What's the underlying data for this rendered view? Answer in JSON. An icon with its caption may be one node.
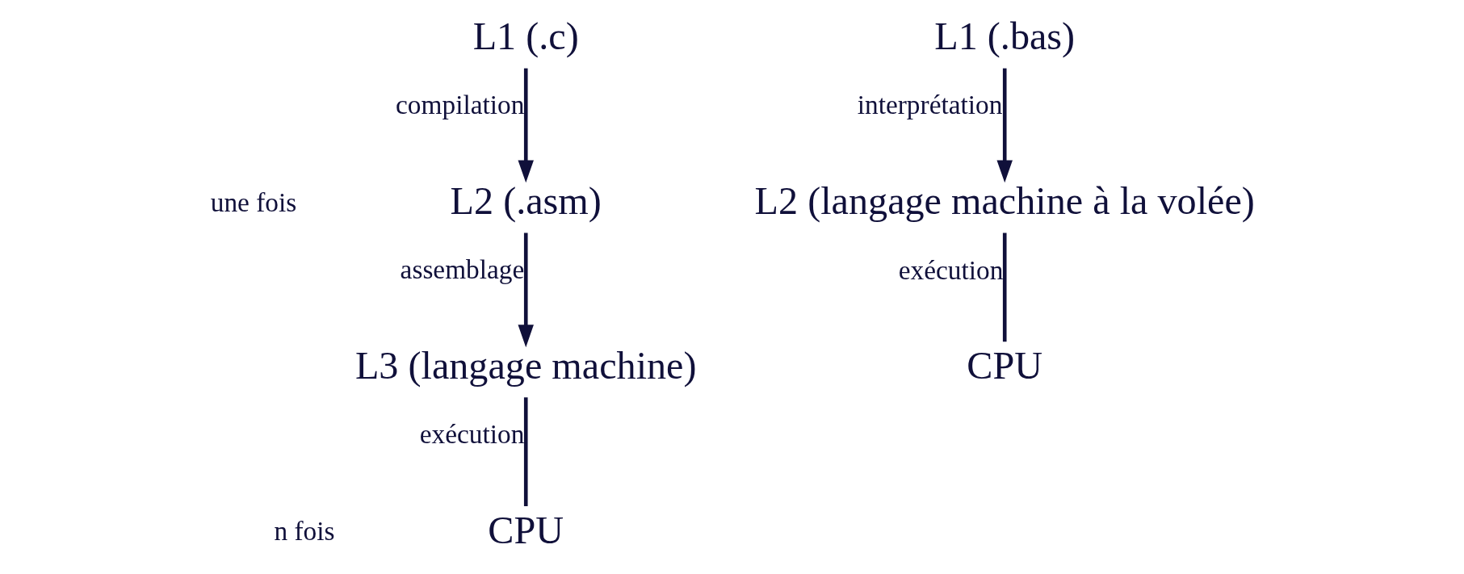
{
  "diagram": {
    "nodes": [
      {
        "text": [
          "L1 (.c)"
        ]
      },
      {
        "text": [
          "L2 (.asm)"
        ]
      },
      {
        "text": [
          "L3 (langage machine)"
        ]
      },
      {
        "text": [
          "CPU"
        ]
      },
      {
        "text": [
          "L1 (.bas)"
        ]
      },
      {
        "text": [
          "L2 (langage machine à la volée)"
        ]
      },
      {
        "text": [
          "CPU"
        ]
      }
    ],
    "edges": [
      {
        "from": 0,
        "to": 1,
        "arrow": "to",
        "label": "compilation"
      },
      {
        "from": 1,
        "to": 2,
        "arrow": "to",
        "label": "assemblage"
      },
      {
        "from": 2,
        "to": 3,
        "arrow": "none",
        "label": "exécution"
      },
      {
        "from": 4,
        "to": 5,
        "arrow": "to",
        "label": "interprétation"
      },
      {
        "from": 5,
        "to": 6,
        "arrow": "none",
        "label": "exécution"
      }
    ],
    "labels": [
      "une fois",
      "n fois"
    ]
  }
}
